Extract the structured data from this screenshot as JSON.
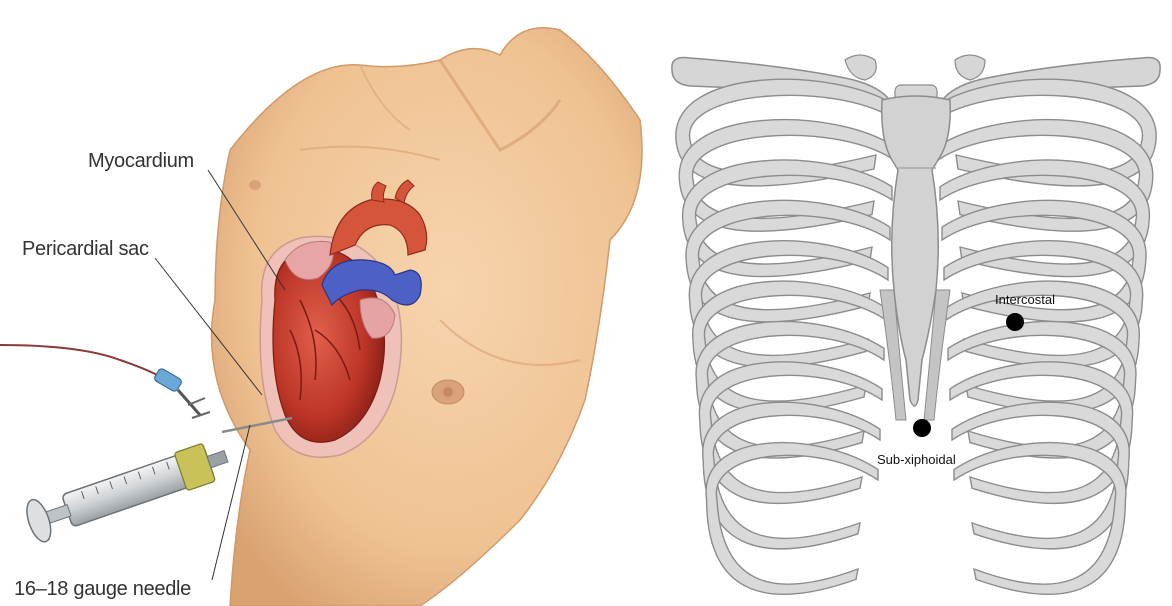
{
  "left_figure": {
    "labels": {
      "myocardium": "Myocardium",
      "pericardial_sac": "Pericardial sac",
      "needle": "16–18 gauge needle"
    },
    "colors": {
      "skin": "#f2c79a",
      "skin_shadow": "#dca676",
      "myocardium": "#c23a2c",
      "aorta": "#d9563a",
      "vena_cava": "#4f63c8",
      "pericardial_sac": "#e9b5b0",
      "syringe_band": "#c9c258"
    }
  },
  "right_figure": {
    "labels": {
      "intercostal": "Intercostal",
      "subxiphoidal": "Sub-xiphoidal"
    },
    "colors": {
      "bone": "#d9d9d9",
      "bone_shade": "#bdbdbd",
      "bone_outline": "#8c8c8c",
      "marker": "#000000"
    }
  }
}
